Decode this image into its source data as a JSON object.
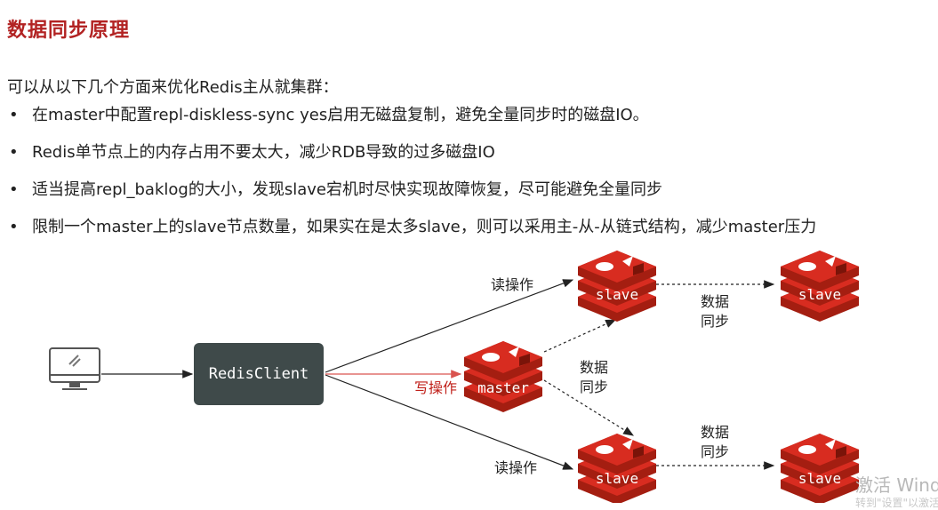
{
  "title": "数据同步原理",
  "intro": "可以从以下几个方面来优化Redis主从就集群：",
  "bullets": [
    "在master中配置repl-diskless-sync yes启用无磁盘复制，避免全量同步时的磁盘IO。",
    "Redis单节点上的内存占用不要太大，减少RDB导致的过多磁盘IO",
    "适当提高repl_baklog的大小，发现slave宕机时尽快实现故障恢复，尽可能避免全量同步",
    "限制一个master上的slave节点数量，如果实在是太多slave，则可以采用主-从-从链式结构，减少master压力"
  ],
  "bullet_char": "•",
  "diagram": {
    "client_label": "RedisClient",
    "read_op": "读操作",
    "write_op": "写操作",
    "sync_label": "数据同步",
    "sync_line1": "数据",
    "sync_line2": "同步",
    "master_label": "master",
    "slave_label": "slave",
    "computer_icon": "desktop-computer-icon",
    "redis_icon": "redis-logo-icon"
  },
  "colors": {
    "title": "#b22222",
    "redis_red": "#d82c20",
    "redis_dark": "#a41e11",
    "client_box": "#3f4a4a",
    "write_arrow": "#d9534f"
  },
  "watermark": {
    "line1": "激活 Wind",
    "line2": "转到\"设置\"以激活"
  }
}
